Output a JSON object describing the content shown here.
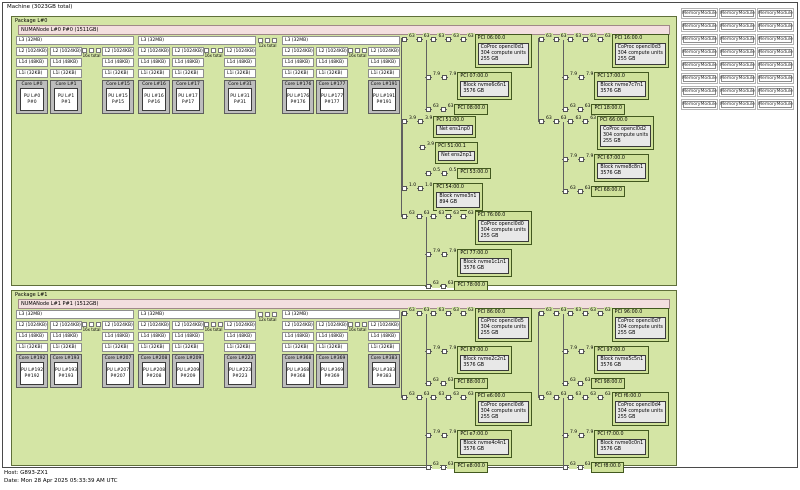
{
  "machine_label": "Machine (3023GB total)",
  "footer": {
    "host": "Host: G893-ZX1",
    "date": "Date: Mon 28 Apr 2025 05:33:39 AM UTC"
  },
  "memory_modules": {
    "label": "MemoryModule",
    "count": 24
  },
  "cache_labels": {
    "l3": "L3 (32MB)",
    "l2": "L2 (1024KB)",
    "l1d": "L1d (48KB)",
    "l1i": "L1i (32KB)"
  },
  "packages": [
    {
      "label": "Package L#0",
      "numanode": "NUMANode L#0 P#0 (1511GB)",
      "core_dots": "16x total",
      "group_dots": "12x total",
      "ccx_groups": [
        {
          "cores": [
            {
              "core": "Core L#0",
              "pu1": "PU L#0",
              "pu2": "P#0"
            },
            {
              "core": "Core L#1",
              "pu1": "PU L#1",
              "pu2": "P#1"
            },
            {
              "core": "Core L#15",
              "pu1": "PU L#15",
              "pu2": "P#15"
            }
          ]
        },
        {
          "cores": [
            {
              "core": "Core L#16",
              "pu1": "PU L#16",
              "pu2": "P#16"
            },
            {
              "core": "Core L#17",
              "pu1": "PU L#17",
              "pu2": "P#17"
            },
            {
              "core": "Core L#31",
              "pu1": "PU L#31",
              "pu2": "P#31"
            }
          ]
        },
        {
          "cores": [
            {
              "core": "Core L#176",
              "pu1": "PU L#176",
              "pu2": "P#176"
            },
            {
              "core": "Core L#177",
              "pu1": "PU L#177",
              "pu2": "P#177"
            },
            {
              "core": "Core L#191",
              "pu1": "PU L#191",
              "pu2": "P#191"
            }
          ]
        }
      ],
      "pci_groups": [
        {
          "type": "tree",
          "root": {
            "chain": [
              "63",
              "63",
              "63",
              "63",
              "63"
            ],
            "label": "PCI 06:00.0",
            "device": [
              "CoProc opencl0d1",
              "304 compute units",
              "255 GB"
            ]
          },
          "children": [
            {
              "chain": [
                "7.9",
                "7.9"
              ],
              "label": "PCI 07:00.0",
              "device": [
                "Block nvme6c6n1",
                "3576 GB"
              ]
            },
            {
              "chain": [
                "63",
                "63"
              ],
              "label": "PCI 08:00.0"
            }
          ]
        },
        {
          "type": "tree",
          "root": {
            "chain": [
              "63",
              "63",
              "63",
              "63",
              "63"
            ],
            "label": "PCI 16:00.0",
            "device": [
              "CoProc opencl0d3",
              "304 compute units",
              "255 GB"
            ]
          },
          "children": [
            {
              "chain": [
                "7.9",
                "7.9"
              ],
              "label": "PCI 17:00.0",
              "device": [
                "Block nvme7c7n1",
                "3576 GB"
              ]
            },
            {
              "chain": [
                "63",
                "63"
              ],
              "label": "PCI 18:00.0"
            }
          ]
        },
        {
          "type": "list",
          "rows": [
            {
              "chain": [
                "3.9",
                "3.9"
              ],
              "label": "PCI 51:00.0",
              "device": [
                "Net ens1np0"
              ]
            },
            {
              "chain": [
                "3.9"
              ],
              "label": "PCI 51:00.1",
              "device": [
                "Net ens2np1"
              ]
            },
            {
              "chain": [
                "0.5",
                "0.5"
              ],
              "label": "PCI 53:00.0"
            },
            {
              "chain": [
                "1.0",
                "1.0"
              ],
              "label": "PCI 54:00.0",
              "device": [
                "Block nvme3n1",
                "894 GB"
              ]
            }
          ]
        },
        {
          "type": "tree",
          "root": {
            "chain": [
              "63",
              "63",
              "63",
              "63"
            ],
            "label": "PCI 66:00.0",
            "device": [
              "CoProc opencl0d2",
              "304 compute units",
              "255 GB"
            ]
          },
          "children": [
            {
              "chain": [
                "7.9",
                "7.9"
              ],
              "label": "PCI 67:00.0",
              "device": [
                "Block nvme8c8n1",
                "3576 GB"
              ]
            },
            {
              "chain": [
                "63",
                "63"
              ],
              "label": "PCI 68:00.0"
            }
          ]
        },
        {
          "type": "tree",
          "root": {
            "chain": [
              "63",
              "63",
              "63",
              "63",
              "63"
            ],
            "label": "PCI 76:00.0",
            "device": [
              "CoProc opencl0d0",
              "304 compute units",
              "255 GB"
            ]
          },
          "children": [
            {
              "chain": [
                "7.9",
                "7.9"
              ],
              "label": "PCI 77:00.0",
              "device": [
                "Block nvme1c1n1",
                "3576 GB"
              ]
            },
            {
              "chain": [
                "63",
                "63"
              ],
              "label": "PCI 78:00.0"
            }
          ]
        }
      ]
    },
    {
      "label": "Package L#1",
      "numanode": "NUMANode L#1 P#1 (1512GB)",
      "core_dots": "16x total",
      "group_dots": "12x total",
      "ccx_groups": [
        {
          "cores": [
            {
              "core": "Core L#192",
              "pu1": "PU L#192",
              "pu2": "P#192"
            },
            {
              "core": "Core L#193",
              "pu1": "PU L#193",
              "pu2": "P#193"
            },
            {
              "core": "Core L#207",
              "pu1": "PU L#207",
              "pu2": "P#207"
            }
          ]
        },
        {
          "cores": [
            {
              "core": "Core L#208",
              "pu1": "PU L#208",
              "pu2": "P#208"
            },
            {
              "core": "Core L#209",
              "pu1": "PU L#209",
              "pu2": "P#209"
            },
            {
              "core": "Core L#223",
              "pu1": "PU L#223",
              "pu2": "P#223"
            }
          ]
        },
        {
          "cores": [
            {
              "core": "Core L#368",
              "pu1": "PU L#368",
              "pu2": "P#368"
            },
            {
              "core": "Core L#369",
              "pu1": "PU L#369",
              "pu2": "P#369"
            },
            {
              "core": "Core L#383",
              "pu1": "PU L#383",
              "pu2": "P#383"
            }
          ]
        }
      ],
      "pci_groups": [
        {
          "type": "tree",
          "root": {
            "chain": [
              "63",
              "63",
              "63",
              "63",
              "63"
            ],
            "label": "PCI 86:00.0",
            "device": [
              "CoProc opencl0d5",
              "304 compute units",
              "255 GB"
            ]
          },
          "children": [
            {
              "chain": [
                "7.9",
                "7.9"
              ],
              "label": "PCI 87:00.0",
              "device": [
                "Block nvme2c2n1",
                "3576 GB"
              ]
            },
            {
              "chain": [
                "63",
                "63"
              ],
              "label": "PCI 88:00.0"
            }
          ]
        },
        {
          "type": "tree",
          "root": {
            "chain": [
              "63",
              "63",
              "63",
              "63",
              "63"
            ],
            "label": "PCI 96:00.0",
            "device": [
              "CoProc opencl0d7",
              "304 compute units",
              "255 GB"
            ]
          },
          "children": [
            {
              "chain": [
                "7.9",
                "7.9"
              ],
              "label": "PCI 97:00.0",
              "device": [
                "Block nvme5c5n1",
                "3576 GB"
              ]
            },
            {
              "chain": [
                "63",
                "63"
              ],
              "label": "PCI 98:00.0"
            }
          ]
        },
        {
          "type": "tree",
          "root": {
            "chain": [
              "63",
              "63",
              "63",
              "63",
              "63"
            ],
            "label": "PCI e6:00.0",
            "device": [
              "CoProc opencl0d6",
              "304 compute units",
              "255 GB"
            ]
          },
          "children": [
            {
              "chain": [
                "7.9",
                "7.9"
              ],
              "label": "PCI e7:00.0",
              "device": [
                "Block nvme4c4n1",
                "3576 GB"
              ]
            },
            {
              "chain": [
                "63",
                "63"
              ],
              "label": "PCI e8:00.0"
            }
          ]
        },
        {
          "type": "tree",
          "root": {
            "chain": [
              "63",
              "63",
              "63",
              "63",
              "63"
            ],
            "label": "PCI f6:00.0",
            "device": [
              "CoProc opencl0d4",
              "304 compute units",
              "255 GB"
            ]
          },
          "children": [
            {
              "chain": [
                "7.9",
                "7.9"
              ],
              "label": "PCI f7:00.0",
              "device": [
                "Block nvme0c0n1",
                "3576 GB"
              ]
            },
            {
              "chain": [
                "63",
                "63"
              ],
              "label": "PCI f8:00.0"
            }
          ]
        }
      ]
    }
  ]
}
